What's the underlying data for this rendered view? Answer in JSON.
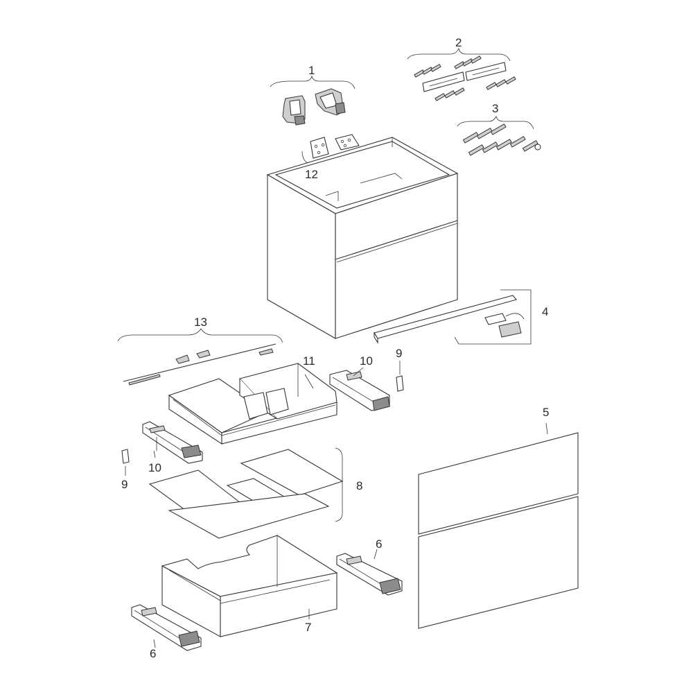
{
  "diagram": {
    "type": "exploded-parts-drawing",
    "callouts": [
      {
        "id": "c1",
        "label": "1"
      },
      {
        "id": "c2",
        "label": "2"
      },
      {
        "id": "c3",
        "label": "3"
      },
      {
        "id": "c4",
        "label": "4"
      },
      {
        "id": "c5",
        "label": "5"
      },
      {
        "id": "c6a",
        "label": "6"
      },
      {
        "id": "c6b",
        "label": "6"
      },
      {
        "id": "c7",
        "label": "7"
      },
      {
        "id": "c8",
        "label": "8"
      },
      {
        "id": "c9a",
        "label": "9"
      },
      {
        "id": "c9b",
        "label": "9"
      },
      {
        "id": "c10a",
        "label": "10"
      },
      {
        "id": "c10b",
        "label": "10"
      },
      {
        "id": "c11",
        "label": "11"
      },
      {
        "id": "c12",
        "label": "12"
      },
      {
        "id": "c13",
        "label": "13"
      }
    ]
  }
}
